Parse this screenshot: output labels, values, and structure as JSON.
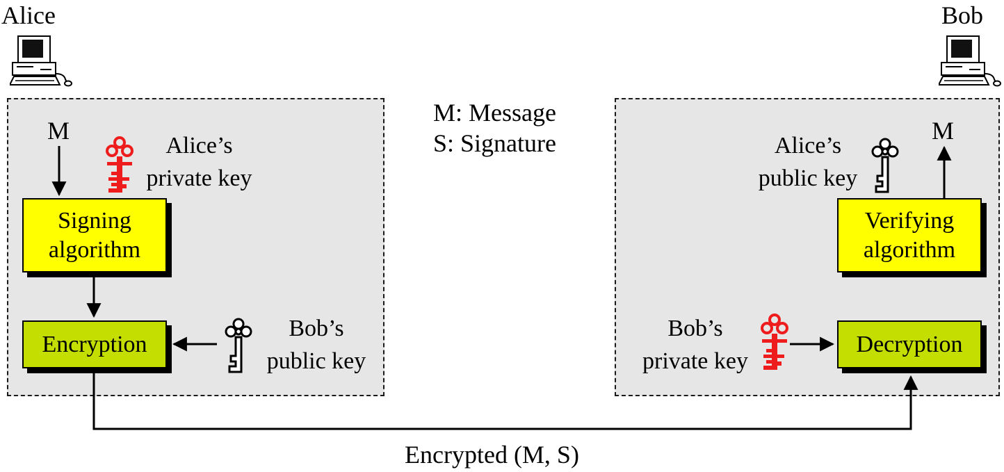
{
  "actors": {
    "sender": "Alice",
    "receiver": "Bob"
  },
  "legend": {
    "m": "M: Message",
    "s": "S: Signature"
  },
  "sender_side": {
    "input": "M",
    "signing_key": "Alice’s\nprivate key",
    "signing_box": "Signing\nalgorithm",
    "encryption_key": "Bob’s\npublic key",
    "encryption_box": "Encryption"
  },
  "receiver_side": {
    "output": "M",
    "verify_key": "Alice’s\npublic key",
    "verify_box": "Verifying\nalgorithm",
    "decryption_key": "Bob’s\nprivate key",
    "decryption_box": "Decryption"
  },
  "channel_label": "Encrypted (M, S)",
  "colors": {
    "panel": "#e6e6e6",
    "algorithm": "#ffff00",
    "crypto": "#c3de00",
    "private_key": "#ee1c1c",
    "public_key": "#000000"
  }
}
